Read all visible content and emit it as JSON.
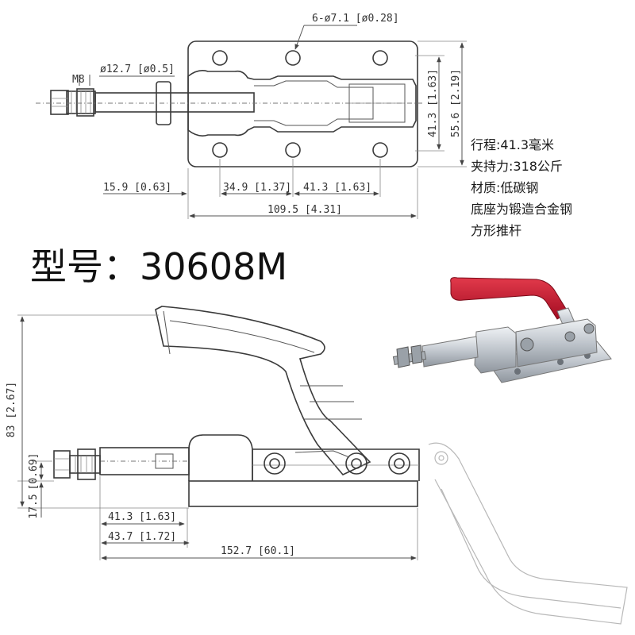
{
  "top_view": {
    "holes_label": "6-ø7.1 [ø0.28]",
    "thread_label": "M8",
    "rod_dia_label": "ø12.7 [ø0.5]",
    "dim_41_3_v": "41.3 [1.63]",
    "dim_55_6_v": "55.6 [2.19]",
    "dim_15_9": "15.9 [0.63]",
    "dim_34_9": "34.9 [1.37]",
    "dim_41_3_h": "41.3 [1.63]",
    "dim_109_5": "109.5 [4.31]"
  },
  "specs": [
    "行程:41.3毫米",
    "夹持力:318公斤",
    "材质:低碳钢",
    "底座为锻造合金钢",
    "方形推杆"
  ],
  "model_label": "型号：30608M",
  "side_view": {
    "dim_83_v": "83 [2.67]",
    "dim_0_69_v": "[0.69]",
    "dim_17_5_v": "17.5",
    "dim_41_3": "41.3 [1.63]",
    "dim_43_7": "43.7 [1.72]",
    "dim_152_7": "152.7 [60.1]"
  },
  "photo": {
    "colors": {
      "handle": "#c8102e",
      "metal": "#c9ced4",
      "metal_dark": "#8e959d"
    }
  }
}
